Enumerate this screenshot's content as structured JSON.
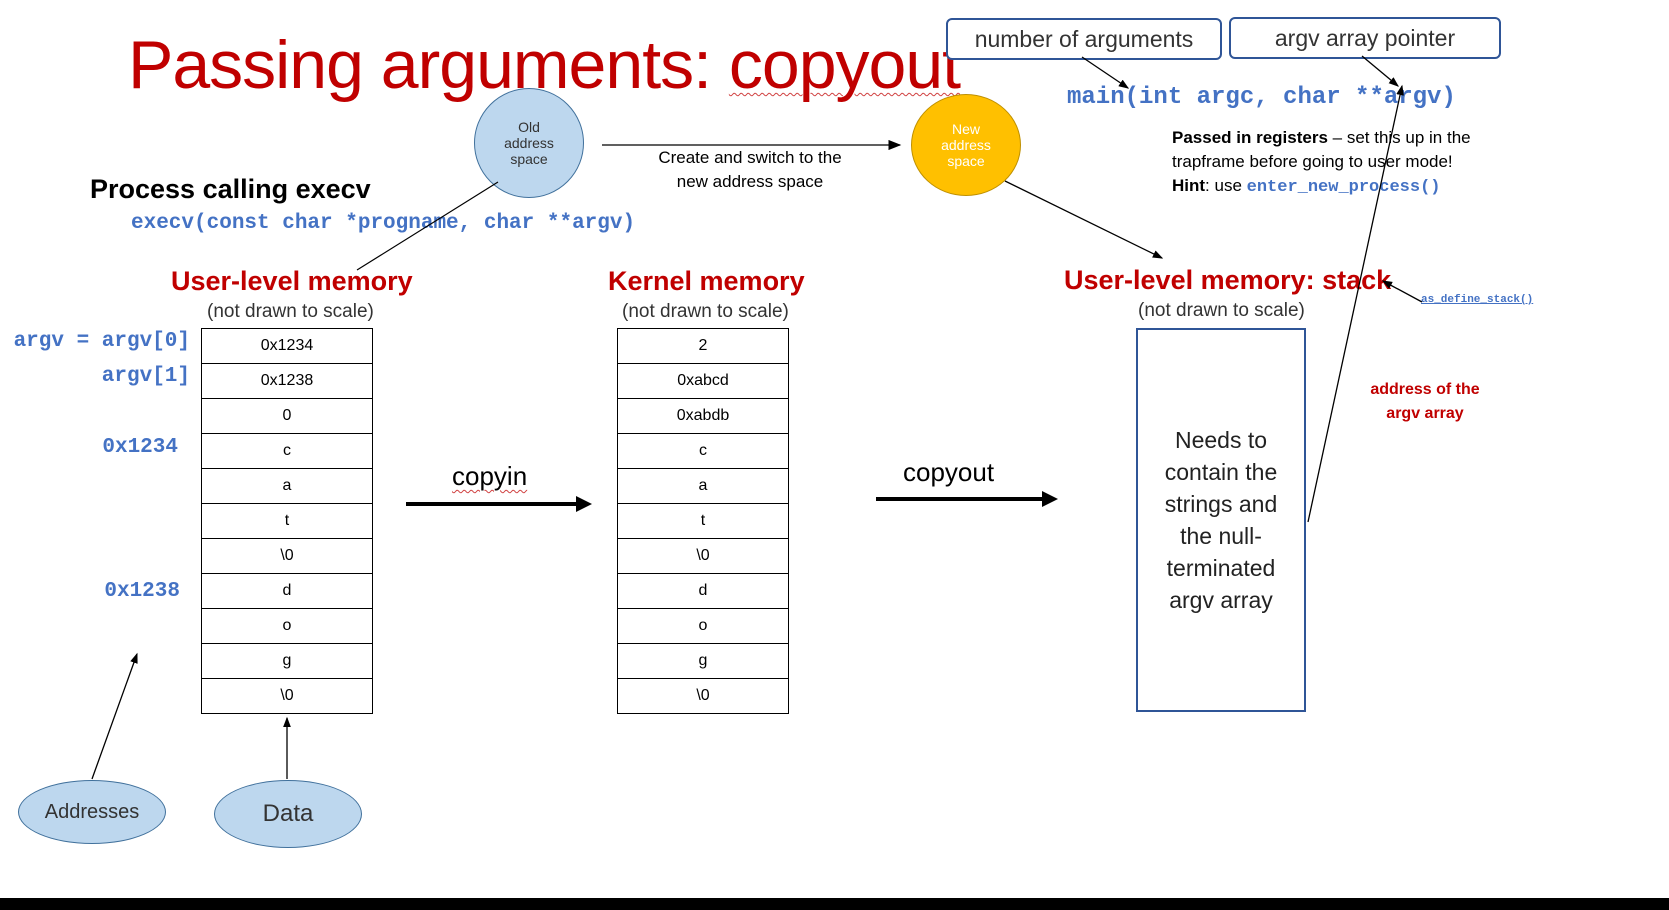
{
  "title": {
    "main": "Passing arguments: ",
    "emph": "copyout"
  },
  "labels": {
    "num_args": "number of arguments",
    "argv_ptr": "argv array pointer",
    "old_space": "Old address space",
    "new_space": "New address space",
    "switch_text_1": "Create and switch to the",
    "switch_text_2": "new address space",
    "process_calling": "Process calling execv",
    "execv_sig": "execv(const char *progname, char **argv)",
    "main_sig": "main(int argc, char **argv)",
    "reg_line1_bold": "Passed in registers",
    "reg_line1_rest": " – set this up in the",
    "reg_line2": "trapframe before going to user mode!",
    "hint_bold": "Hint",
    "hint_rest": ": use ",
    "hint_code": "enter_new_process()",
    "user_mem": "User-level memory",
    "kernel_mem": "Kernel memory",
    "stack_mem": "User-level memory: stack",
    "not_scale": "(not drawn to scale)",
    "as_define": "as_define_stack()",
    "addr_argv_1": "address of the",
    "addr_argv_2": "argv array",
    "copyin": "copyin",
    "copyout": "copyout",
    "stack_text": "Needs to contain the strings and the null-terminated argv array",
    "addresses": "Addresses",
    "data": "Data"
  },
  "address_labels": {
    "argv0": "argv = argv[0]",
    "argv1": "argv[1]",
    "a1234": "0x1234",
    "a1238": "0x1238"
  },
  "user_cells": [
    "0x1234",
    "0x1238",
    "0",
    "c",
    "a",
    "t",
    "\\0",
    "d",
    "o",
    "g",
    "\\0"
  ],
  "kernel_cells": [
    "2",
    "0xabcd",
    "0xabdb",
    "c",
    "a",
    "t",
    "\\0",
    "d",
    "o",
    "g",
    "\\0"
  ],
  "colors": {
    "title_red": "#c00000",
    "code_blue": "#4472c4",
    "old_circle": "#bdd7ee",
    "new_circle": "#ffc000",
    "box_border": "#2f5597"
  }
}
